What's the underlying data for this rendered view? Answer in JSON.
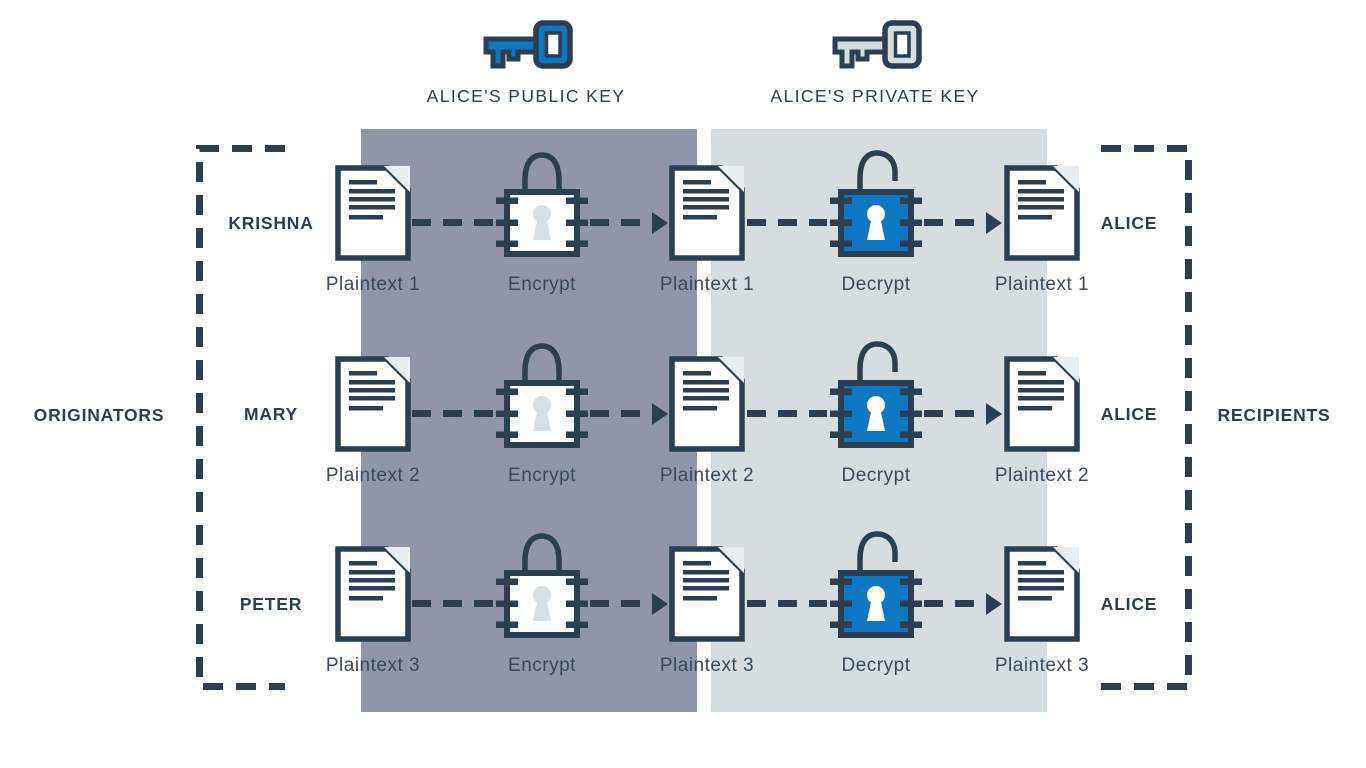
{
  "keys_header": {
    "public_label": "ALICE'S PUBLIC KEY",
    "private_label": "ALICE'S PRIVATE KEY"
  },
  "side_labels": {
    "left": "ORIGINATORS",
    "right": "RECIPIENTS"
  },
  "rows": [
    {
      "originator": "KRISHNA",
      "source_doc_label": "Plaintext 1",
      "encrypt_label": "Encrypt",
      "transit_doc_label": "Plaintext 1",
      "decrypt_label": "Decrypt",
      "received_doc_label": "Plaintext 1",
      "recipient": "ALICE"
    },
    {
      "originator": "MARY",
      "source_doc_label": "Plaintext 2",
      "encrypt_label": "Encrypt",
      "transit_doc_label": "Plaintext 2",
      "decrypt_label": "Decrypt",
      "received_doc_label": "Plaintext 2",
      "recipient": "ALICE"
    },
    {
      "originator": "PETER",
      "source_doc_label": "Plaintext 3",
      "encrypt_label": "Encrypt",
      "transit_doc_label": "Plaintext 3",
      "decrypt_label": "Decrypt",
      "received_doc_label": "Plaintext 3",
      "recipient": "ALICE"
    }
  ],
  "icons": {
    "public_key": "key-icon-blue",
    "private_key": "key-icon-gray",
    "encrypt": "closed-padlock-icon",
    "decrypt": "open-padlock-icon",
    "document": "document-icon",
    "flow": "dashed-arrow-right"
  },
  "colors": {
    "navy": "#2c3e50",
    "blue": "#0d77c2",
    "public_zone_band": "#9195aa",
    "private_zone_band": "#d6dde0",
    "keyhole_gray": "#d8dfe2",
    "document_fold": "#e7edf0"
  }
}
